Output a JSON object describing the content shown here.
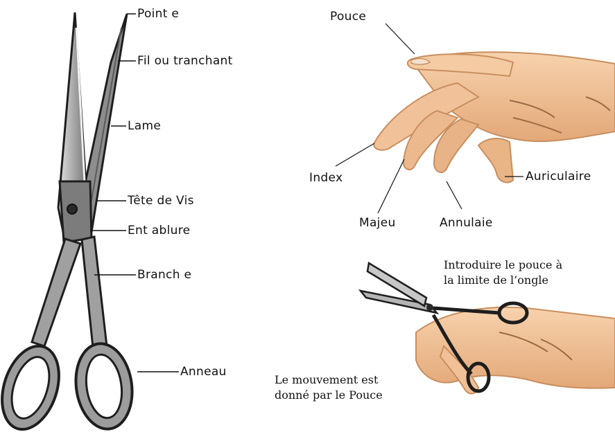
{
  "scissors_labels": {
    "pointe": "Point e",
    "fil": "Fil ou tranchant",
    "lame": "Lame",
    "tete_de_vis": "Tête de Vis",
    "entablure": "Ent ablure",
    "branche": "Branch e",
    "anneau": "Anneau"
  },
  "hand_labels": {
    "pouce": "Pouce",
    "index": "Index",
    "majeu": "Majeu",
    "annulaie": "Annulaie",
    "auriculaire": "Auriculaire"
  },
  "notes": {
    "introduire_line1": "Introduire le pouce à",
    "introduire_line2": "la limite de l’ongle",
    "mouvement_line1": "Le mouvement est",
    "mouvement_line2": "donné par le Pouce"
  },
  "colors": {
    "skin": "#f2c49a",
    "skin_shadow": "#c98e5e",
    "nail": "#f6d9be",
    "metal": "#9a9a9a",
    "metal_dark": "#2a2a2a",
    "metal_light": "#d6d6d6"
  }
}
